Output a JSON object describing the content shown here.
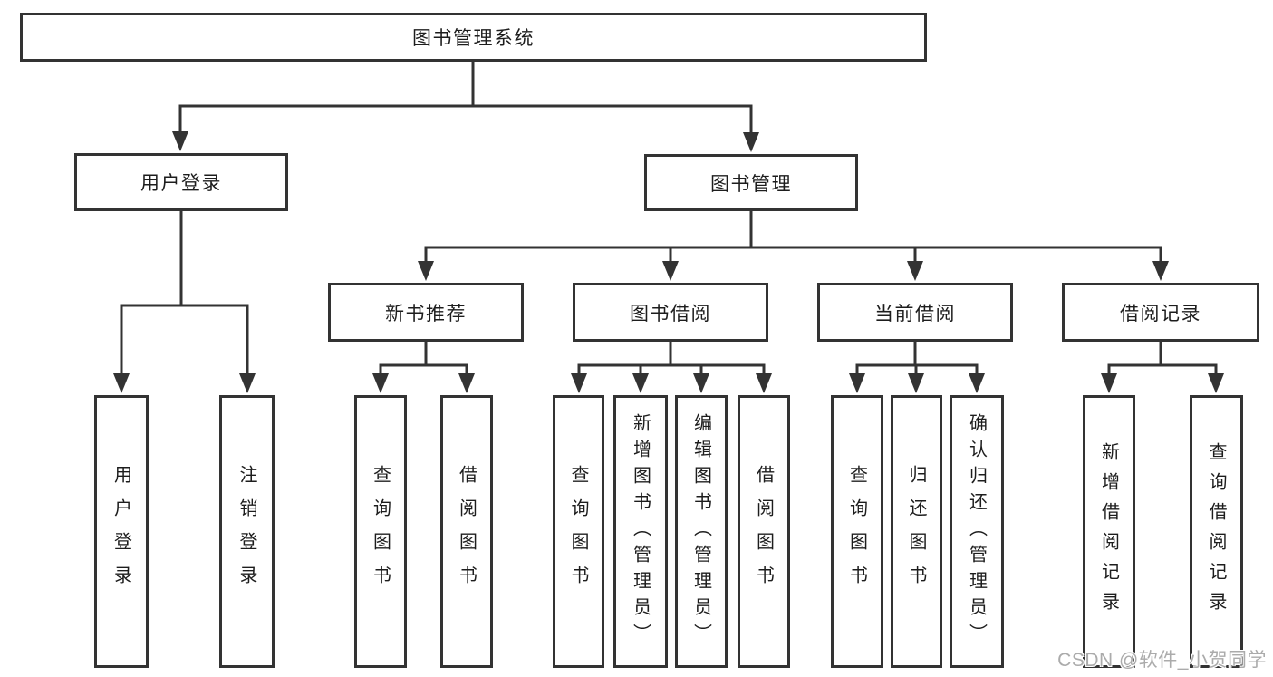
{
  "diagram_type": "hierarchy",
  "colors": {
    "line": "#333333",
    "node_border": "#333333",
    "text": "#1d1d1d",
    "watermark_text": "#ababab",
    "background": "#ffffff"
  },
  "tree": {
    "label": "图书管理系统",
    "children": [
      {
        "label": "用户登录",
        "children": [
          {
            "label": "用户登录"
          },
          {
            "label": "注销登录"
          }
        ]
      },
      {
        "label": "图书管理",
        "children": [
          {
            "label": "新书推荐",
            "children": [
              {
                "label": "查询图书"
              },
              {
                "label": "借阅图书"
              }
            ]
          },
          {
            "label": "图书借阅",
            "children": [
              {
                "label": "查询图书"
              },
              {
                "label": "新增图书（管理员）"
              },
              {
                "label": "编辑图书（管理员）"
              },
              {
                "label": "借阅图书"
              }
            ]
          },
          {
            "label": "当前借阅",
            "children": [
              {
                "label": "查询图书"
              },
              {
                "label": "归还图书"
              },
              {
                "label": "确认归还（管理员）"
              }
            ]
          },
          {
            "label": "借阅记录",
            "children": [
              {
                "label": "新增借阅记录"
              },
              {
                "label": "查询借阅记录"
              }
            ]
          }
        ]
      }
    ]
  },
  "watermark": "CSDN @软件_小贺同学"
}
